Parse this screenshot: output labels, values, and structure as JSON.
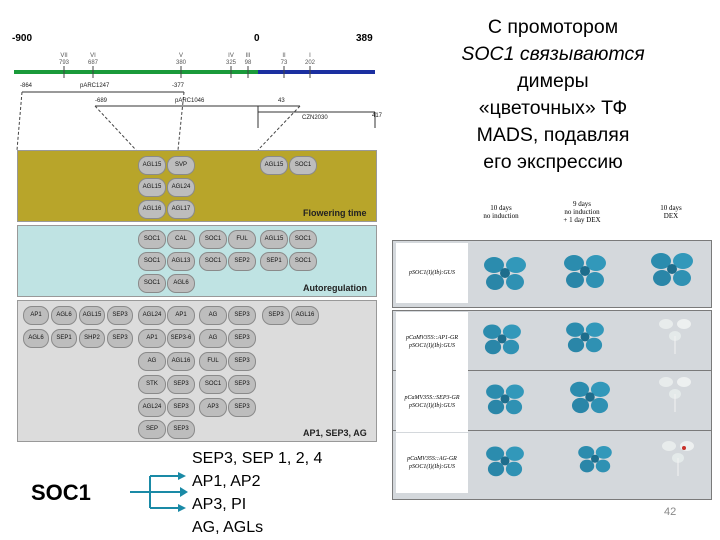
{
  "slide": {
    "title_lines": [
      "С промотором",
      "SOC1 связываются",
      "димеры",
      "«цветочных» ТФ",
      "MADS, подавляя",
      "его экспрессию"
    ],
    "page_number": "42"
  },
  "promoter_map": {
    "scale": {
      "left": "-900",
      "mid": "0",
      "right": "389"
    },
    "sites": [
      {
        "name": "VII",
        "pos": "793"
      },
      {
        "name": "VI",
        "pos": "687"
      },
      {
        "name": "V",
        "pos": "380"
      },
      {
        "name": "IV",
        "pos": "325"
      },
      {
        "name": "III",
        "pos": "98"
      },
      {
        "name": "II",
        "pos": "73"
      },
      {
        "name": "I",
        "pos": "202"
      }
    ],
    "fragment_labels": {
      "f1": "-864",
      "f2": "pARC1247",
      "f3": "-377",
      "f4": "-689",
      "f5": "pARC1046",
      "f6": "43",
      "f7": "CZN2030",
      "f8": "417"
    },
    "colors": {
      "green_line": "#1a9a3a",
      "blue_line": "#1b2fa0",
      "olive_band": "#b8a52a",
      "cyan_band": "#bfe3e3",
      "gray_band": "#dcdcdc"
    }
  },
  "bands": [
    {
      "label": "Flowering time",
      "pills": [
        "AGL15",
        "SVP",
        "AGL15",
        "SOC1",
        "AGL15",
        "AGL24",
        "AGL16",
        "AGL17"
      ]
    },
    {
      "label": "Autoregulation",
      "pills": [
        "SOC1",
        "CAL",
        "SOC1",
        "FUL",
        "AGL15",
        "SOC1",
        "SOC1",
        "AGL13",
        "SOC1",
        "SEP2",
        "SEP1",
        "SOC1",
        "SOC1",
        "AGL6"
      ]
    },
    {
      "label": "AP1, SEP3, AG",
      "pills": [
        "AP1",
        "AGL6",
        "AGL15",
        "SEP3",
        "AGL24",
        "AP1",
        "AG",
        "SEP3",
        "SEP3",
        "AGL16",
        "AGL6",
        "SEP1",
        "SHP2",
        "SEP3",
        "AP1",
        "SEP3-6",
        "AG",
        "SEP3",
        "AG",
        "AGL16",
        "FUL",
        "SEP3",
        "STK",
        "SEP3",
        "SOC1",
        "SEP3",
        "AGL24",
        "SEP3",
        "AP3",
        "SEP3",
        "SEP",
        "SEP3"
      ]
    }
  ],
  "regulation": {
    "source": "SOC1",
    "targets": [
      "SEP3, SEP 1, 2, 4",
      "AP1, AP2",
      "AP3, PI",
      "AG, AGLs"
    ]
  },
  "photo_panel": {
    "column_headers": [
      [
        "10 days",
        "no induction"
      ],
      [
        "9 days",
        "no induction",
        "+ 1 day DEX"
      ],
      [
        "10 days",
        "DEX"
      ]
    ],
    "row_labels": [
      "pSOC1(I)(Ib):GUS",
      "pCaMV35S::AP1-GR pSOC1(I)(Ib):GUS",
      "pCaMV35S::SEP3-GR pSOC1(I)(Ib):GUS",
      "pCaMV35S::AG-GR pSOC1(I)(Ib):GUS"
    ]
  }
}
